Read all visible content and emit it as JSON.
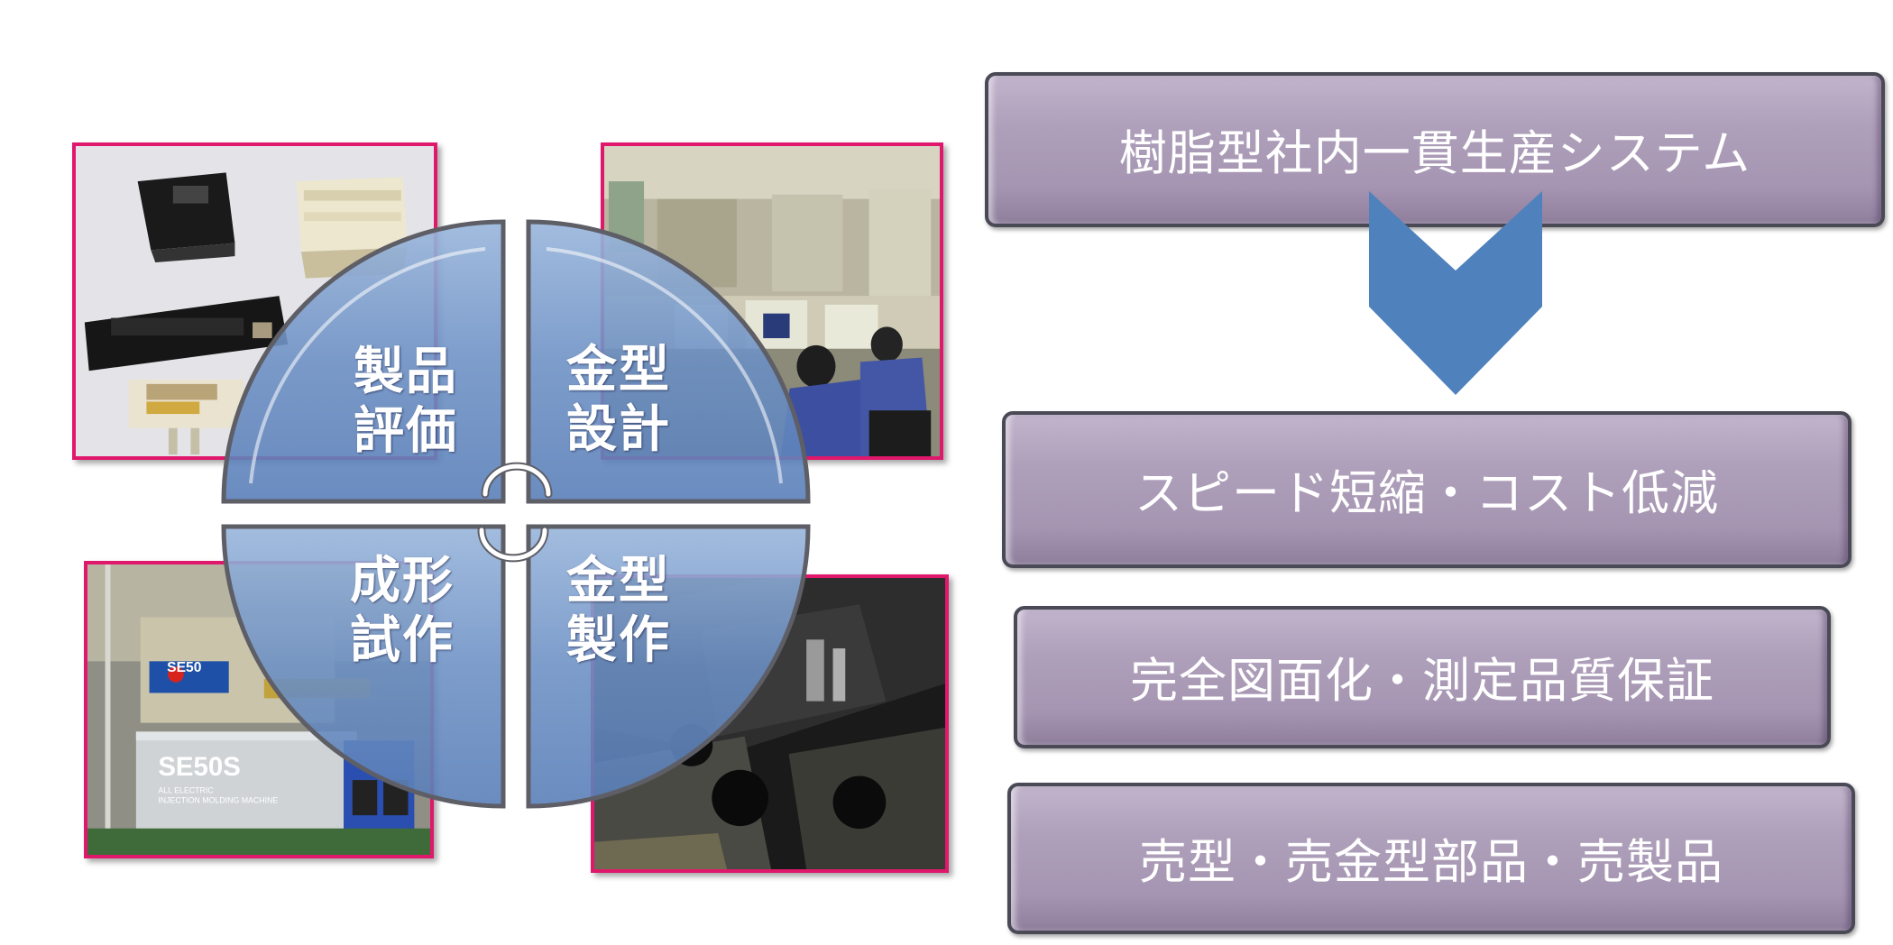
{
  "cycle": {
    "top_left": [
      "製品",
      "評価"
    ],
    "top_right": [
      "金型",
      "設計"
    ],
    "bottom_left": [
      "成形",
      "試作"
    ],
    "bottom_right": [
      "金型",
      "製作"
    ]
  },
  "boxes": {
    "title": "樹脂型社内一貫生産システム",
    "item1": "スピード短縮・コスト低減",
    "item2": "完全図面化・測定品質保証",
    "item3": "売型・売金型部品・売製品"
  },
  "photos": {
    "bottom_left_machine_label": "SE50S",
    "bottom_left_machine_sub1": "ALL ELECTRIC",
    "bottom_left_machine_sub2": "INJECTION MOLDING MACHINE",
    "bottom_left_machine_side": "SE50"
  },
  "colors": {
    "photo_border": "#e0186c",
    "cycle_blue": "#6a91c6",
    "box_fill": "#ab9cb8",
    "box_border": "#4a4a56",
    "chevron": "#4f81bd"
  }
}
